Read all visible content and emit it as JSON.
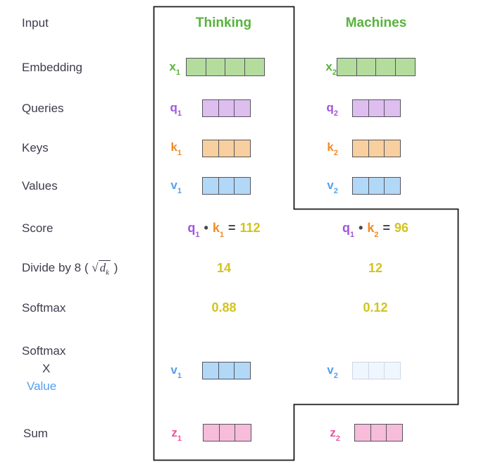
{
  "titles": {
    "thinking": "Thinking",
    "machines": "Machines"
  },
  "row_labels": {
    "input": "Input",
    "embedding": "Embedding",
    "queries": "Queries",
    "keys": "Keys",
    "values": "Values",
    "score": "Score",
    "divide_prefix": "Divide by 8 (",
    "divide_sqrt": "√",
    "divide_radicand": "d",
    "divide_sub": "k",
    "divide_suffix": ")",
    "softmax": "Softmax",
    "softmax_x_value_line1": "Softmax",
    "softmax_x_value_line2": "X",
    "softmax_x_value_line3": "Value",
    "sum": "Sum"
  },
  "vectors": {
    "x1": {
      "label": "x",
      "sub": "1",
      "cells": 4
    },
    "x2": {
      "label": "x",
      "sub": "2",
      "cells": 4
    },
    "q1": {
      "label": "q",
      "sub": "1",
      "cells": 3
    },
    "q2": {
      "label": "q",
      "sub": "2",
      "cells": 3
    },
    "k1": {
      "label": "k",
      "sub": "1",
      "cells": 3
    },
    "k2": {
      "label": "k",
      "sub": "2",
      "cells": 3
    },
    "v1": {
      "label": "v",
      "sub": "1",
      "cells": 3
    },
    "v2": {
      "label": "v",
      "sub": "2",
      "cells": 3
    },
    "sv1": {
      "label": "v",
      "sub": "1",
      "cells": 3
    },
    "sv2": {
      "label": "v",
      "sub": "2",
      "cells": 3
    },
    "z1": {
      "label": "z",
      "sub": "1",
      "cells": 3
    },
    "z2": {
      "label": "z",
      "sub": "2",
      "cells": 3
    }
  },
  "score": {
    "thinking": {
      "q": "q",
      "q_sub": "1",
      "dot": "•",
      "k": "k",
      "k_sub": "1",
      "eq": "=",
      "value": "112"
    },
    "machines": {
      "q": "q",
      "q_sub": "1",
      "dot": "•",
      "k": "k",
      "k_sub": "2",
      "eq": "=",
      "value": "96"
    }
  },
  "divide_values": {
    "thinking": "14",
    "machines": "12"
  },
  "softmax_values": {
    "thinking": "0.88",
    "machines": "0.12"
  },
  "colors": {
    "green": "#57b33c",
    "green_fill": "#b3dc9d",
    "purple": "#a055e0",
    "purple_fill": "#debeef",
    "orange": "#f08a28",
    "orange_fill": "#f8cf9e",
    "blue": "#54a0f0",
    "blue_fill": "#b2d8f8",
    "pink": "#ee549e",
    "pink_fill": "#f6bcda",
    "faded_blue_fill": "#f0f6fd",
    "number_yellow": "#d2c41e",
    "text_dark": "#3d3d4d",
    "outline_black": "#1b1b1b"
  }
}
